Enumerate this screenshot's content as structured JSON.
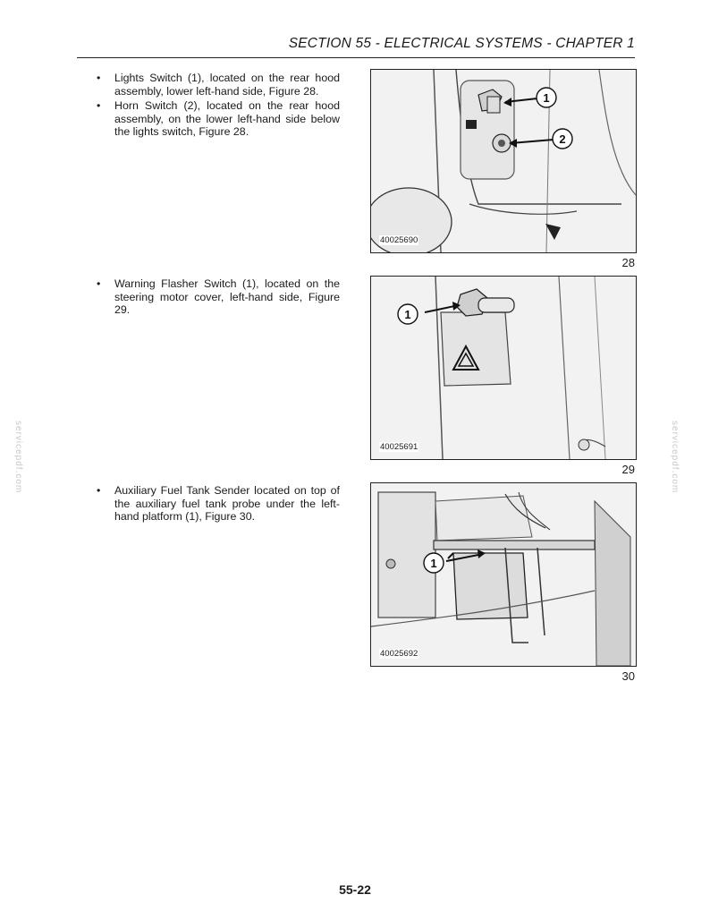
{
  "header": {
    "title": "SECTION 55 - ELECTRICAL SYSTEMS - CHAPTER 1"
  },
  "blocks": [
    {
      "bullets": [
        "Lights Switch (1), located on the rear hood assembly, lower left-hand side, Figure 28.",
        "Horn Switch (2), located on the rear hood assembly, on the lower left-hand side below the lights switch, Figure 28."
      ],
      "figure": {
        "code": "40025690",
        "number": "28",
        "callouts": [
          "1",
          "2"
        ]
      }
    },
    {
      "bullets": [
        "Warning Flasher Switch (1), located on the steering motor cover, left-hand side, Figure 29."
      ],
      "figure": {
        "code": "40025691",
        "number": "29",
        "callouts": [
          "1"
        ]
      }
    },
    {
      "bullets": [
        "Auxiliary Fuel Tank Sender located on top of the auxiliary fuel tank probe under the left-hand platform (1), Figure 30."
      ],
      "figure": {
        "code": "40025692",
        "number": "30",
        "callouts": [
          "1"
        ]
      }
    }
  ],
  "bullet_symbol": "•",
  "watermark": "servicepdf.com",
  "page": {
    "number": "55-22"
  }
}
